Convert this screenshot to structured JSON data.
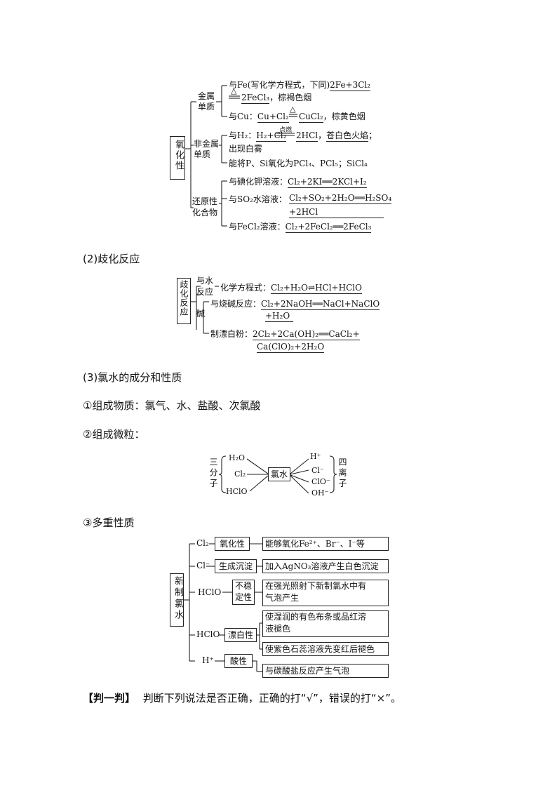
{
  "oxid": {
    "root": "氧化性",
    "metal": "金属单质",
    "nonmetal": "非金属单质",
    "reducing": "还原性化合物",
    "fe_pre": "与Fe(写化学方程式，下同)",
    "fe_eq1": "2Fe+3Cl₂",
    "fe_eq2": "2FeCl₃",
    "fe_cond": "△",
    "fe_post": "，棕褐色烟",
    "cu_pre": "与Cu：",
    "cu_eq1": "Cu+Cl₂",
    "cu_eq2": "CuCl₂",
    "cu_cond": "△",
    "cu_post": "，棕黄色烟",
    "h2_pre": "与H₂：",
    "h2_eq1": "H₂+Cl₂",
    "h2_eq2": "2HCl",
    "h2_cond": "点燃",
    "h2_post1": "，",
    "h2_post2": "苍白色火焰",
    "h2_post3": "；",
    "h2_line2": "出现白雾",
    "p_si": "能将P、Si氧化为PCl₃、PCl₅；SiCl₄",
    "ki_pre": "与碘化钾溶液：",
    "ki_eq": "Cl₂+2KI══2KCl+I₂",
    "so2_pre": "与SO₂水溶液：",
    "so2_eq1": "Cl₂+SO₂+2H₂O══H₂SO₄",
    "so2_eq2": "+2HCl",
    "fecl2_pre": "与FeCl₂溶液：",
    "fecl2_eq": "Cl₂+2FeCl₂══2FeCl₃"
  },
  "disp": {
    "heading": "(2)歧化反应",
    "root": "歧化反应",
    "water_label1": "与水",
    "water_label2": "反应",
    "alkali": "碱",
    "water_pre": "化学方程式：",
    "water_eq": "Cl₂+H₂O⇌HCl+HClO",
    "naoh_pre": "与烧碱反应：",
    "naoh_eq1": "Cl₂+2NaOH══NaCl+NaClO",
    "naoh_eq2": "+H₂O",
    "bleach_pre": "制漂白粉：",
    "bleach_eq1": "2Cl₂+2Ca(OH)₂══CaCl₂+",
    "bleach_eq2": "Ca(ClO)₂+2H₂O"
  },
  "cw": {
    "heading": "(3)氯水的成分和性质",
    "comp": "①组成物质：氯气、水、盐酸、次氯酸",
    "particles": "②组成微粒：",
    "three": "三分子",
    "four": "四离子",
    "center": "氯水",
    "m1": "H₂O",
    "m2": "Cl₂",
    "m3": "HClO",
    "i1": "H⁺",
    "i2": "Cl⁻",
    "i3": "ClO⁻",
    "i4": "OH⁻"
  },
  "props": {
    "heading": "③多重性质",
    "root": "新制氯水",
    "r1_sp": "Cl₂",
    "r1_prop": "氧化性",
    "r1_desc": "能够氧化Fe²⁺、Br⁻、I⁻等",
    "r2_sp": "Cl⁻",
    "r2_prop": "生成沉淀",
    "r2_desc": "加入AgNO₃溶液产生白色沉淀",
    "r3_sp": "HClO",
    "r3_prop1": "不稳",
    "r3_prop2": "定性",
    "r3_desc1": "在强光照射下新制氯水中有",
    "r3_desc2": "气泡产生",
    "r4_sp": "HClO",
    "r4_prop": "漂白性",
    "r4_desc1a": "使湿润的有色布条或品红溶",
    "r4_desc1b": "液褪色",
    "r4_desc2": "使紫色石蕊溶液先变红后褪色",
    "r5_sp": "H⁺",
    "r5_prop": "酸性",
    "r5_desc": "与碳酸盐反应产生气泡"
  },
  "judge": {
    "tag": "【判一判】",
    "text": "判断下列说法是否正确，正确的打“√”，错误的打“×”。"
  }
}
